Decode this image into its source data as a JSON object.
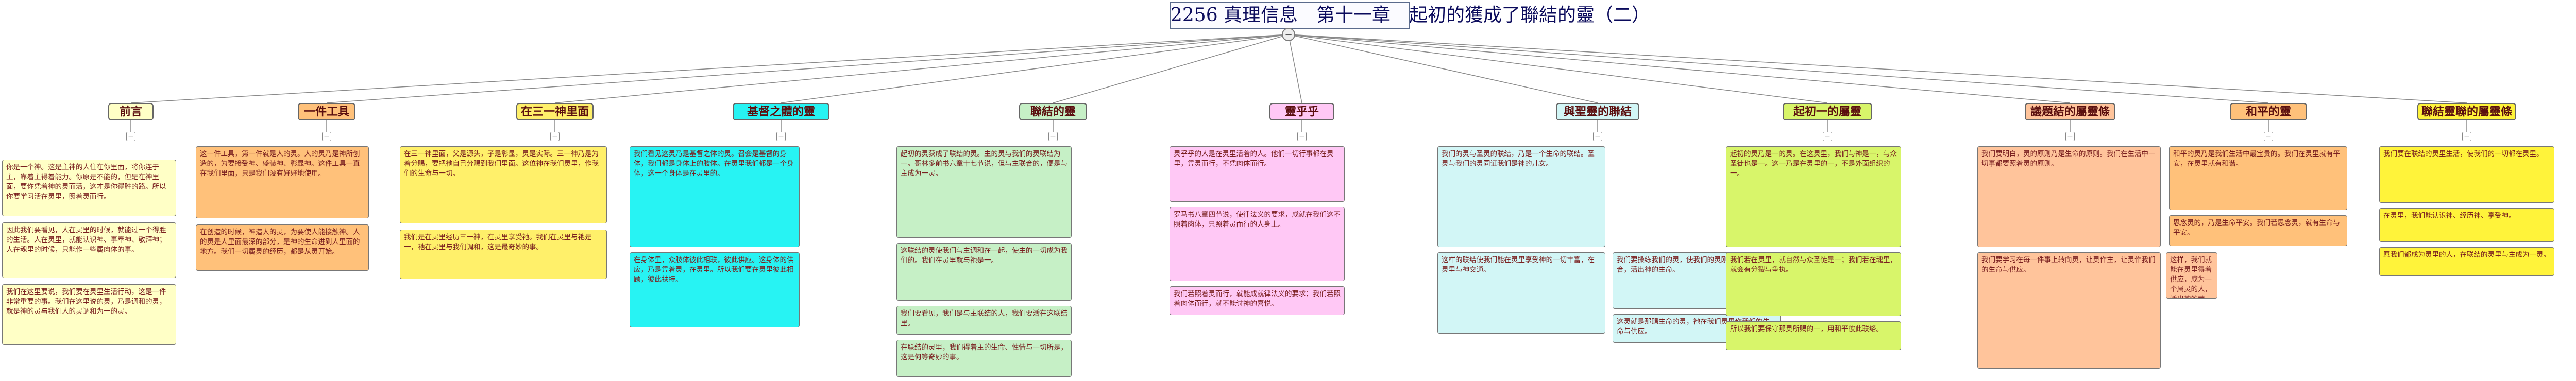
{
  "title": "2256 真理信息　第十一章　起初的獲成了聯結的靈（二）",
  "hub_icon": "−",
  "toggle_icon": "−",
  "colors": {
    "pale_yellow": "#ffffc6",
    "orange": "#ffc17a",
    "yellow": "#fff06a",
    "cyan": "#27f3f3",
    "green": "#c6f0c6",
    "pink": "#ffc8f5",
    "light_cyan": "#d2f6f6",
    "yellow_green": "#d8f56a",
    "salmon": "#ffc49b",
    "bright_yellow": "#fff33a"
  },
  "branches": [
    {
      "label": "前言",
      "notes": [
        "你是一个神。这是主神的人住在你里面，将你连于主，靠着主得着能力。你原是不能的，但是在神里面，要你凭着神的灵而活，这才是你得胜的路。所以你要学习活在灵里，照着灵而行。",
        "因此我们要看见，人在灵里的时候，就能过一个得胜的生活。人在灵里，就能认识神、事奉神、敬拜神；人在魂里的时候，只能作一些属肉体的事。",
        "我们在这里要说，我们要在灵里生活行动，这是一件非常重要的事。我们在这里说的灵，乃是调和的灵，就是神的灵与我们人的灵调和为一的灵。"
      ]
    },
    {
      "label": "一件工具",
      "notes": [
        "这一件工具，第一件就是人的灵。人的灵乃是神所创造的，为要接受神、盛装神、彰显神。这件工具一直在我们里面，只是我们没有好好地使用。",
        "在创造的时候，神造人的灵，为要使人能接触神。人的灵是人里面最深的部分，是神的生命进到人里面的地方。我们一切属灵的经历，都是从灵开始。"
      ]
    },
    {
      "label": "在三一神里面",
      "notes": [
        "在三一神里面，父是源头，子是彰显，灵是实际。三一神乃是为着分赐，要把祂自己分赐到我们里面。这位神在我们灵里，作我们的生命与一切。",
        "我们是在灵里经历三一神，在灵里享受祂。我们在灵里与祂是一，祂在灵里与我们调和，这是最奇妙的事。"
      ]
    },
    {
      "label": "基督之體的靈",
      "notes": [
        "我们看见这灵乃是基督之体的灵。召会是基督的身体，我们都是身体上的肢体。在灵里我们都是一个身体，这一个身体是在灵里的。",
        "在身体里，众肢体彼此相联，彼此供应。这身体的供应，乃是凭着灵，在灵里。所以我们要在灵里彼此相顾，彼此扶持。"
      ]
    },
    {
      "label": "聯結的靈",
      "notes": [
        "起初的灵获成了联结的灵。主的灵与我们的灵联结为一。哥林多前书六章十七节说，但与主联合的，便是与主成为一灵。",
        "这联结的灵使我们与主调和在一起，使主的一切成为我们的。我们在灵里就与祂是一。",
        "我们要看见，我们是与主联结的人，我们要活在这联结里。",
        "在联结的灵里，我们得着主的生命、性情与一切所是，这是何等奇妙的事。"
      ]
    },
    {
      "label": "靈乎乎",
      "notes": [
        "灵乎乎的人是在灵里活着的人。他们一切行事都在灵里，凭灵而行，不凭肉体而行。",
        "罗马书八章四节说，使律法义的要求，成就在我们这不照着肉体，只照着灵而行的人身上。",
        "我们若照着灵而行，就能成就律法义的要求；我们若照着肉体而行，就不能讨神的喜悦。"
      ]
    },
    {
      "label": "與聖靈的聯結",
      "notes": [
        "我们的灵与圣灵的联结，乃是一个生命的联结。圣灵与我们的灵同证我们是神的儿女。",
        "这样的联结使我们能在灵里享受神的一切丰富，在灵里与神交通。",
        "我们要操练我们的灵，使我们的灵刚强，与圣灵配合，活出神的生命。",
        "这灵就是那赐生命的灵，祂在我们灵里作我们的生命与供应。"
      ]
    },
    {
      "label": "起初一的屬靈",
      "notes": [
        "起初的灵乃是一的灵。在这灵里，我们与神是一，与众圣徒也是一。这一乃是在灵里的一，不是外面组织的一。",
        "我们若在灵里，就自然与众圣徒是一；我们若在魂里，就会有分裂与争执。",
        "所以我们要保守那灵所赐的一，用和平彼此联络。"
      ]
    },
    {
      "label": "議題結的屬靈條",
      "notes": [
        "我们要明白，灵的原则乃是生命的原则。我们在生活中一切事都要照着灵的原则。",
        "我们要学习在每一件事上转向灵，让灵作主，让灵作我们的生命与供应。",
        "这样，我们就能在灵里得着供应，成为一个属灵的人，活出神的荣耀。"
      ]
    },
    {
      "label": "和平的靈",
      "notes": [
        "和平的灵乃是我们生活中最宝贵的。我们在灵里就有平安，在灵里就有和谐。",
        "思念灵的，乃是生命平安。我们若思念灵，就有生命与平安。"
      ]
    },
    {
      "label": "聯結靈聯的屬靈條",
      "notes": [
        "我们要在联结的灵里生活，使我们的一切都在灵里。",
        "在灵里，我们能认识神、经历神、享受神。",
        "愿我们都成为灵里的人，在联结的灵里与主成为一灵。"
      ]
    }
  ]
}
